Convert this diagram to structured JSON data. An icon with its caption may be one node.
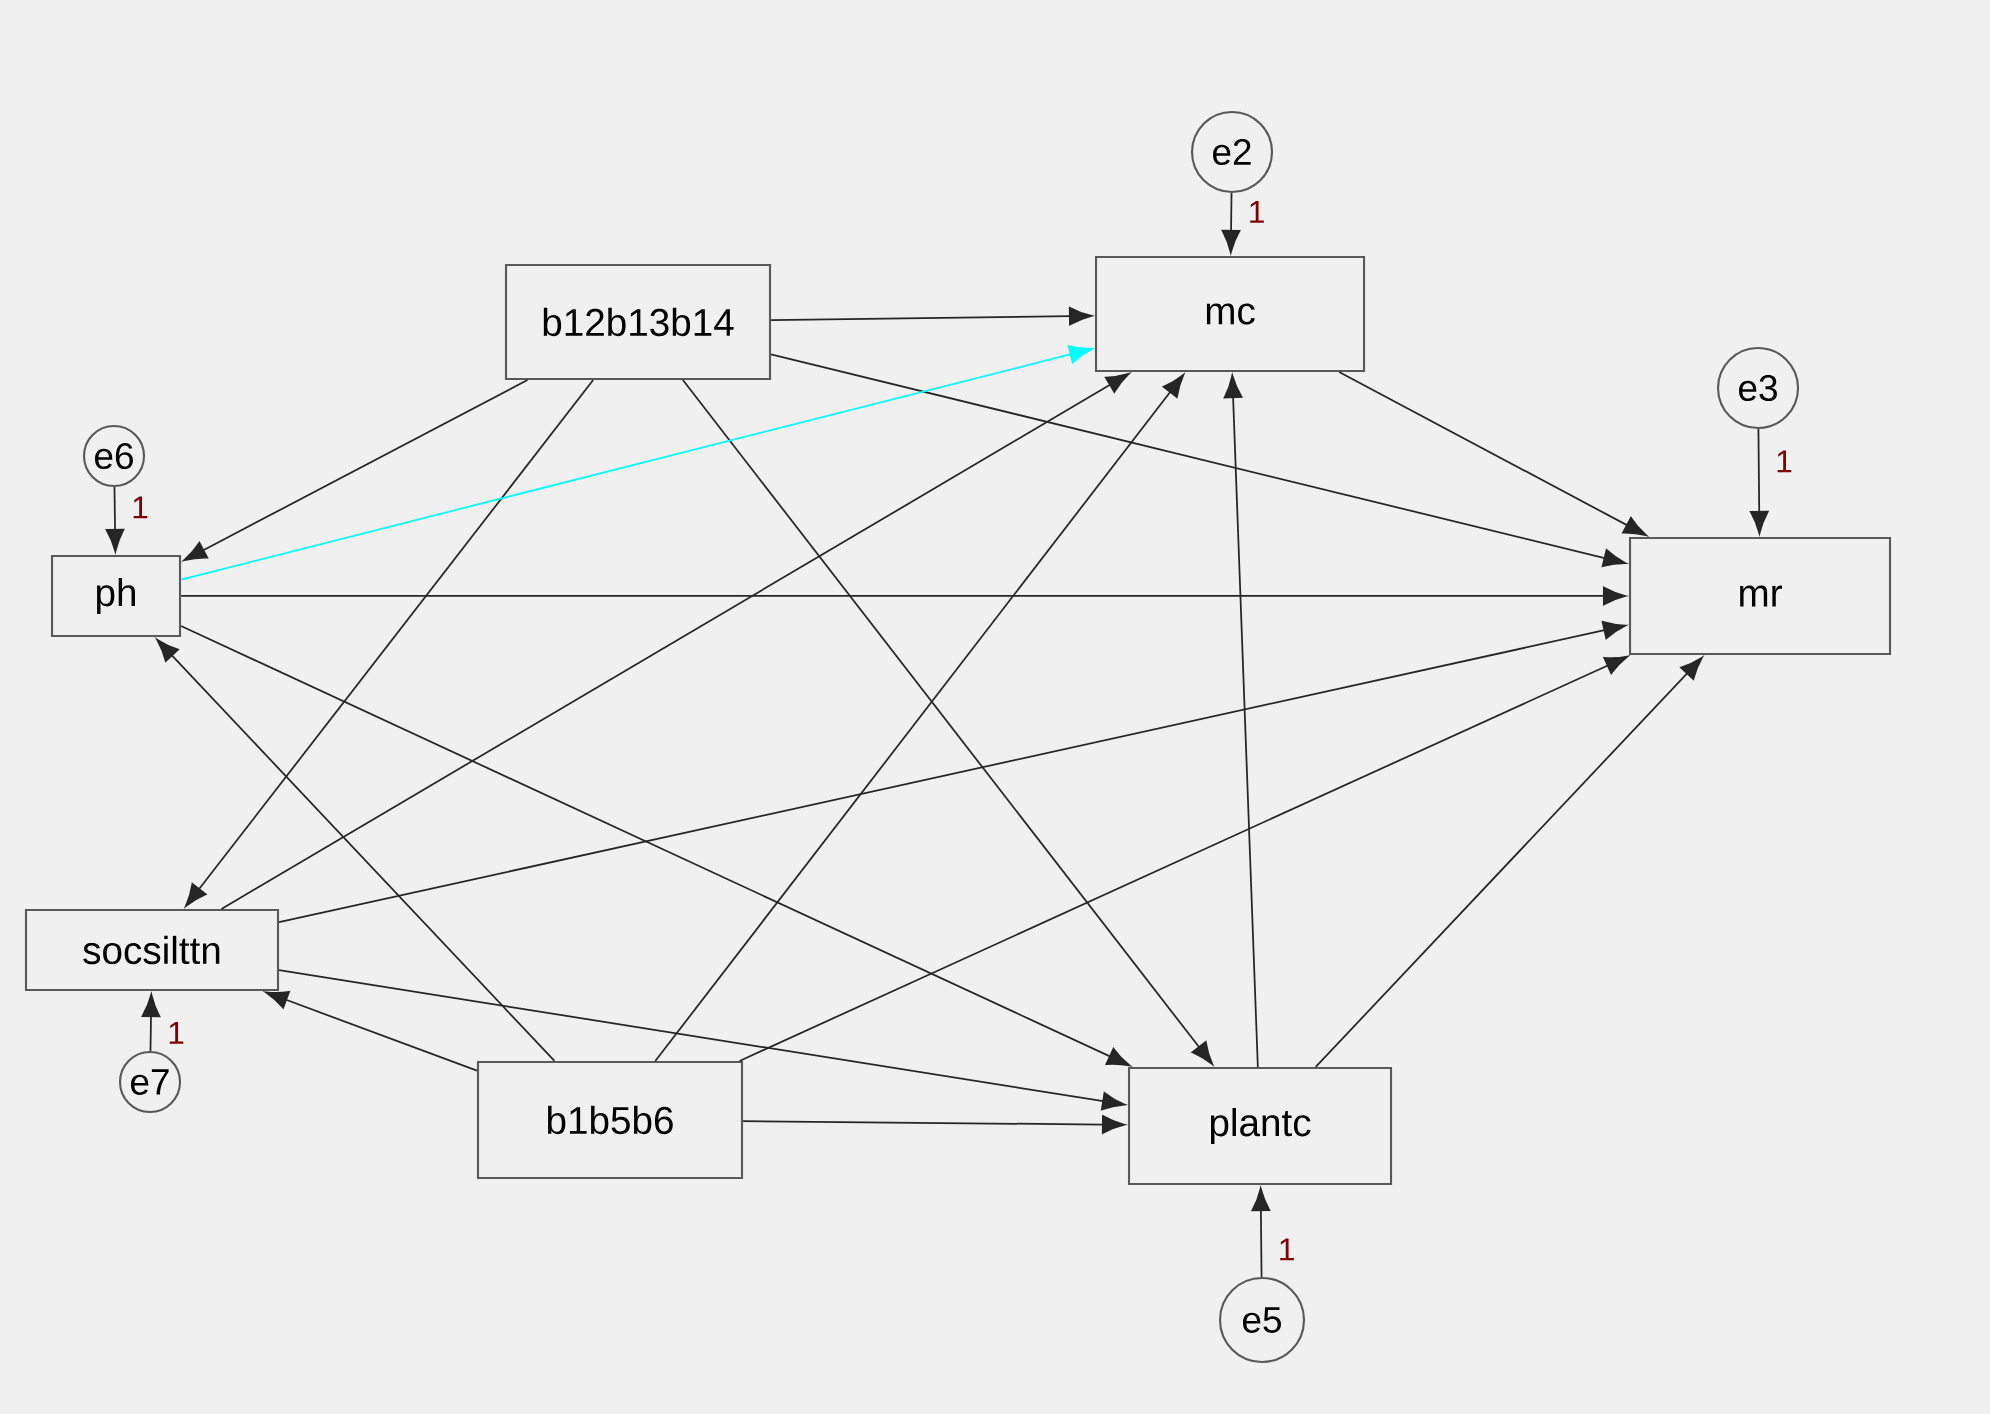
{
  "diagram": {
    "nodes": [
      {
        "text": [
          "b12b13b14"
        ]
      },
      {
        "text": [
          "mc"
        ]
      },
      {
        "text": [
          "e2"
        ]
      },
      {
        "text": [
          "e3"
        ]
      },
      {
        "text": [
          "mr"
        ]
      },
      {
        "text": [
          "e6"
        ]
      },
      {
        "text": [
          "ph"
        ]
      },
      {
        "text": [
          "socsilttn"
        ]
      },
      {
        "text": [
          "e7"
        ]
      },
      {
        "text": [
          "b1b5b6"
        ]
      },
      {
        "text": [
          "plantc"
        ]
      },
      {
        "text": [
          "e5"
        ]
      }
    ],
    "edges": [
      {
        "from": 2,
        "to": 1,
        "arrow": "to",
        "label": "1"
      },
      {
        "from": 3,
        "to": 4,
        "arrow": "to",
        "label": "1"
      },
      {
        "from": 5,
        "to": 6,
        "arrow": "to",
        "label": "1"
      },
      {
        "from": 8,
        "to": 7,
        "arrow": "to",
        "label": "1"
      },
      {
        "from": 11,
        "to": 10,
        "arrow": "to",
        "label": "1"
      },
      {
        "from": 0,
        "to": 1,
        "arrow": "to"
      },
      {
        "from": 0,
        "to": 6,
        "arrow": "to"
      },
      {
        "from": 0,
        "to": 4,
        "arrow": "to"
      },
      {
        "from": 0,
        "to": 7,
        "arrow": "to"
      },
      {
        "from": 0,
        "to": 10,
        "arrow": "to"
      },
      {
        "from": 6,
        "to": 1,
        "arrow": "to",
        "color": "#00ffff"
      },
      {
        "from": 6,
        "to": 4,
        "arrow": "to"
      },
      {
        "from": 6,
        "to": 10,
        "arrow": "to"
      },
      {
        "from": 7,
        "to": 1,
        "arrow": "to"
      },
      {
        "from": 7,
        "to": 4,
        "arrow": "to"
      },
      {
        "from": 7,
        "to": 10,
        "arrow": "to"
      },
      {
        "from": 9,
        "to": 6,
        "arrow": "to"
      },
      {
        "from": 9,
        "to": 7,
        "arrow": "to"
      },
      {
        "from": 9,
        "to": 1,
        "arrow": "to"
      },
      {
        "from": 9,
        "to": 4,
        "arrow": "to"
      },
      {
        "from": 9,
        "to": 10,
        "arrow": "to"
      },
      {
        "from": 10,
        "to": 1,
        "arrow": "to"
      },
      {
        "from": 10,
        "to": 4,
        "arrow": "to"
      },
      {
        "from": 1,
        "to": 4,
        "arrow": "to"
      }
    ]
  }
}
